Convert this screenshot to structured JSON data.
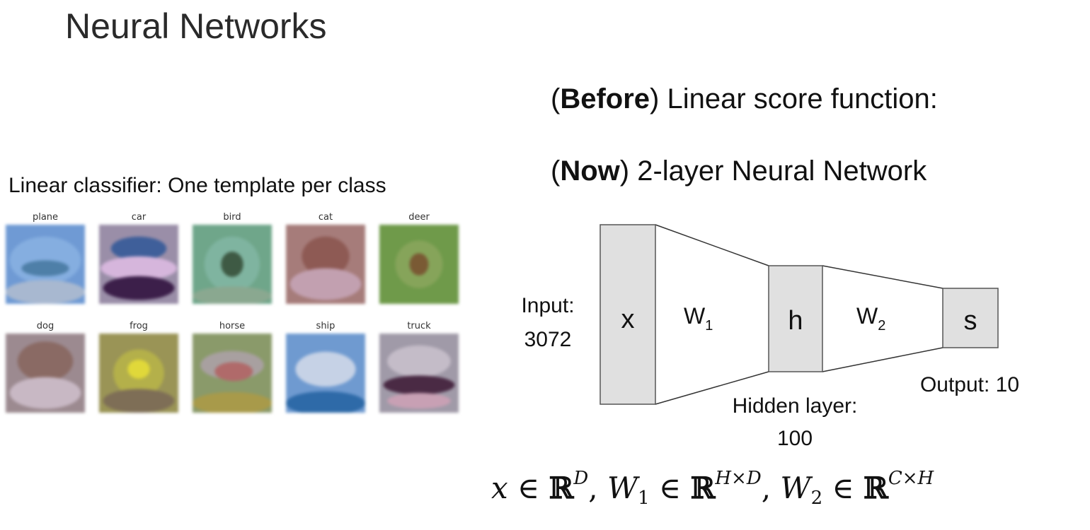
{
  "title": "Neural Networks",
  "before": {
    "tag": "Before",
    "text": " Linear score function:"
  },
  "now": {
    "tag": "Now",
    "text": " 2-layer Neural Network"
  },
  "templates": {
    "caption": "Linear classifier: One template per class",
    "classes": [
      "plane",
      "car",
      "bird",
      "cat",
      "deer",
      "dog",
      "frog",
      "horse",
      "ship",
      "truck"
    ]
  },
  "diagram": {
    "input_label": "Input:",
    "input_size": "3072",
    "x_label": "x",
    "w1_label": "W",
    "w1_sub": "1",
    "h_label": "h",
    "w2_label": "W",
    "w2_sub": "2",
    "s_label": "s",
    "hidden_label": "Hidden layer:",
    "hidden_size": "100",
    "output_label": "Output: 10",
    "box_fill": "#e0e0e0"
  },
  "formula": {
    "x": "x",
    "in": " ∈ ",
    "R": "ℝ",
    "D": "D",
    "W": "W",
    "sub1": "1",
    "sub2": "2",
    "HxD": "H×D",
    "CxH": "C×H",
    "comma": ", "
  }
}
